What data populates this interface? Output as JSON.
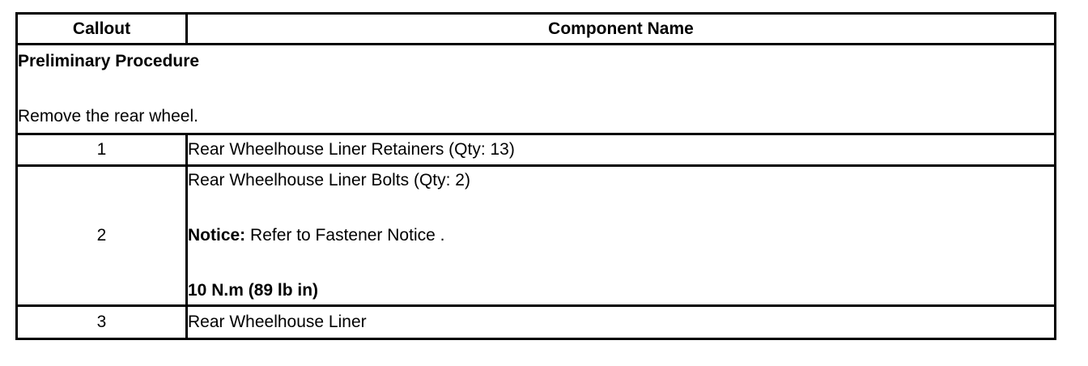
{
  "table": {
    "headers": {
      "callout": "Callout",
      "component_name": "Component Name"
    },
    "preliminary": {
      "title": "Preliminary Procedure",
      "text": "Remove the rear wheel."
    },
    "rows": [
      {
        "callout": "1",
        "name": "Rear Wheelhouse Liner Retainers (Qty: 13)"
      },
      {
        "callout": "2",
        "name": "Rear Wheelhouse Liner Bolts (Qty: 2)",
        "notice_label": "Notice:",
        "notice_text": " Refer to Fastener Notice .",
        "torque": "10 N.m (89 lb in)"
      },
      {
        "callout": "3",
        "name": "Rear Wheelhouse Liner"
      }
    ]
  }
}
